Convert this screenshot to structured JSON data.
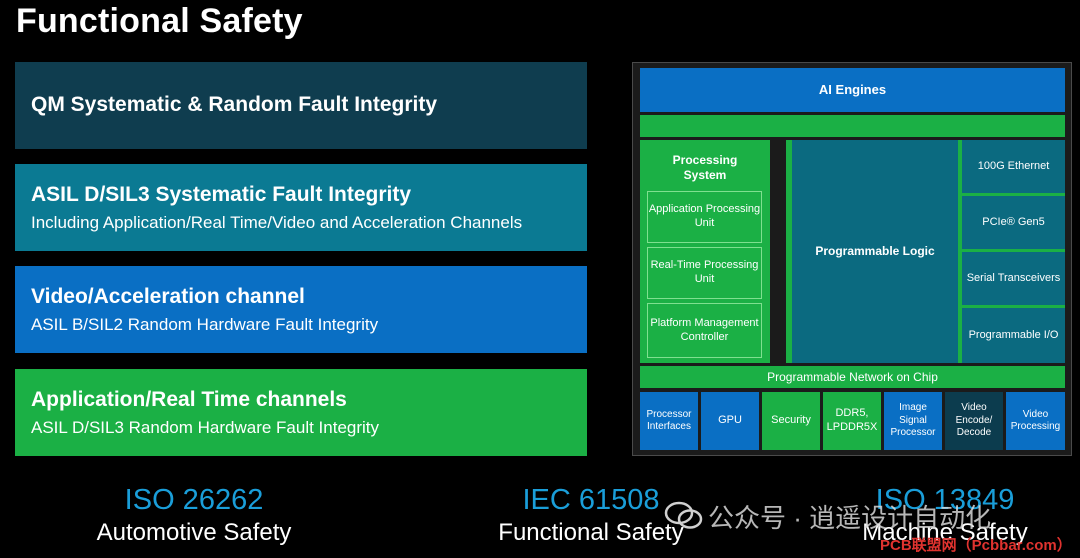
{
  "title": "Functional Safety",
  "bands": {
    "qm": {
      "heading": "QM Systematic & Random Fault Integrity"
    },
    "asil": {
      "heading": "ASIL D/SIL3 Systematic Fault Integrity",
      "sub": "Including Application/Real Time/Video and Acceleration Channels"
    },
    "video": {
      "heading": "Video/Acceleration channel",
      "sub": "ASIL B/SIL2 Random Hardware Fault Integrity"
    },
    "app": {
      "heading": "Application/Real Time channels",
      "sub": "ASIL D/SIL3 Random Hardware Fault Integrity"
    }
  },
  "chip": {
    "ai_engines": "AI Engines",
    "processing_system": "Processing System",
    "apu": "Application Processing Unit",
    "rpu": "Real-Time Processing Unit",
    "pmc": "Platform Management Controller",
    "programmable_logic": "Programmable Logic",
    "ethernet": "100G Ethernet",
    "pcie": "PCIe® Gen5",
    "serial": "Serial Transceivers",
    "prog_io": "Programmable I/O",
    "noc": "Programmable Network on Chip",
    "bottom": [
      "Processor Interfaces",
      "GPU",
      "Security",
      "DDR5, LPDDR5X",
      "Image Signal Processor",
      "Video Encode/ Decode",
      "Video Processing"
    ]
  },
  "standards": [
    {
      "code": "ISO 26262",
      "label": "Automotive Safety"
    },
    {
      "code": "IEC 61508",
      "label": "Functional Safety"
    },
    {
      "code": "ISO 13849",
      "label": "Machine Safety"
    }
  ],
  "watermark": {
    "text": "公众号 · 逍遥设计自动化",
    "site": "PCB联盟网（Pcbbar.com）"
  },
  "colors": {
    "green": "#1bb045",
    "blue": "#0a6fc4",
    "teal": "#0b7a93",
    "dark_teal": "#0f3d4f",
    "accent_text": "#1a9ed9"
  }
}
